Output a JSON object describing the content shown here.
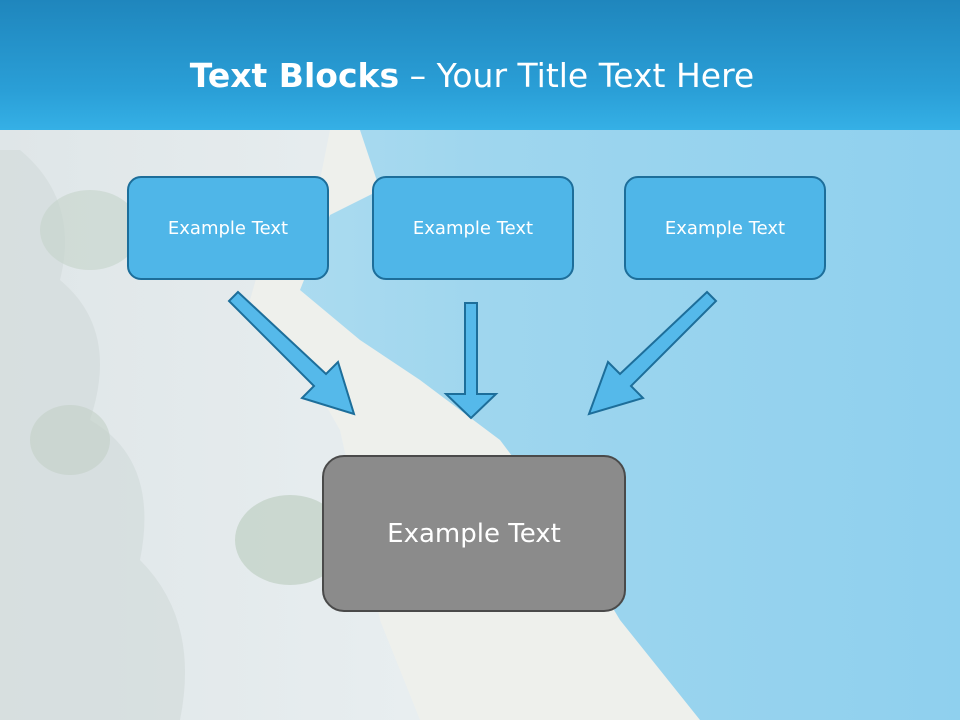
{
  "slide": {
    "title_bold": "Text Blocks",
    "title_dash": " – ",
    "title_rest": "Your Title Text Here"
  },
  "blocks": [
    {
      "text": "Example Text"
    },
    {
      "text": "Example Text"
    },
    {
      "text": "Example Text"
    }
  ],
  "result_block": {
    "text": "Example Text"
  },
  "colors": {
    "title_bar": "#2a9fd7",
    "block_fill": "#4fb6e8",
    "block_border": "#1d6e9a",
    "result_fill": "#8b8b8b",
    "arrow_fill": "#55b9ea"
  },
  "background": "coastal-cliff-beach-photo"
}
